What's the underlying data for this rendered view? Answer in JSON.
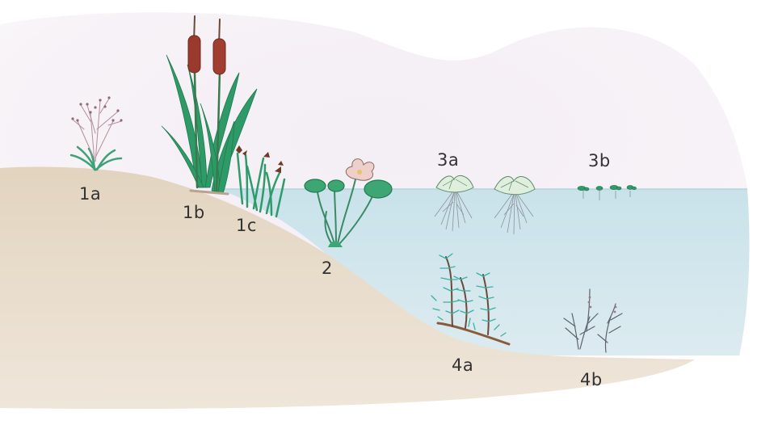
{
  "labels": {
    "emergent_meadow": "1a",
    "emergent_cattail": "1b",
    "emergent_sedge": "1c",
    "floating_leaved": "2",
    "free_floating_large": "3a",
    "free_floating_small": "3b",
    "submerged_upright": "4a",
    "submerged_bottom": "4b"
  },
  "colors": {
    "paper": "#ffffff",
    "haze": "#f2eef4",
    "water": "#cfe4ea",
    "bank": "#e6d9c6",
    "leaf": "#2f9a6a",
    "cattail": "#9a3a2e",
    "flower": "#eccbc6",
    "root": "#8a8f96",
    "stem": "#8a5a3a"
  }
}
